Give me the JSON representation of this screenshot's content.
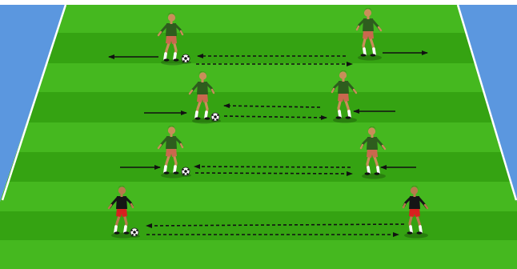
{
  "drill": {
    "pitch": {
      "stripe_light": "#45b81f",
      "stripe_dark": "#35a312",
      "line_color": "#ffffff",
      "surround_color": "#5b97df"
    },
    "team_colors": {
      "green": {
        "shirt": "#2e5d1e",
        "shorts": "#c9684e",
        "skin": "#c98e5a",
        "socks": "#ffffff"
      },
      "black": {
        "shirt": "#151515",
        "shorts": "#d81f1f",
        "skin": "#b87a4c",
        "socks": "#ffffff"
      }
    },
    "rows": [
      {
        "team": "green",
        "left_move": "away",
        "right_move": "away"
      },
      {
        "team": "green",
        "left_move": "inward",
        "right_move": "inward"
      },
      {
        "team": "green",
        "left_move": "inward",
        "right_move": "inward"
      },
      {
        "team": "black",
        "left_move": "none",
        "right_move": "none"
      }
    ],
    "arrow_styles": {
      "run": "solid",
      "pass": "dashed"
    }
  }
}
